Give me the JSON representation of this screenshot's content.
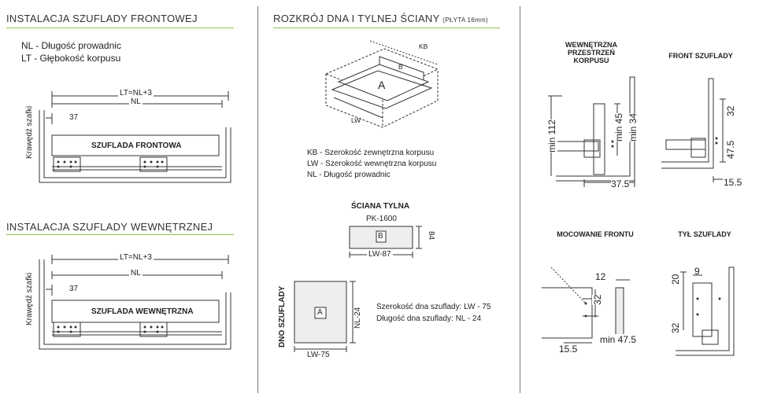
{
  "front": {
    "title": "INSTALACJA SZUFLADY FRONTOWEJ",
    "legend_nl": "NL - Długość prowadnic",
    "legend_lt": "LT  - Głębokość korpusu",
    "dim_lt": "LT=NL+3",
    "dim_nl": "NL",
    "dim_37": "37",
    "edge_label": "Krawędź szafki",
    "drawer_label": "SZUFLADA FRONTOWA"
  },
  "inner": {
    "title": "INSTALACJA SZUFLADY WEWNĘTRZNEJ",
    "dim_lt": "LT=NL+3",
    "dim_nl": "NL",
    "dim_37": "37",
    "edge_label": "Krawędź szafki",
    "drawer_label": "SZUFLADA WEWNĘTRZNA"
  },
  "cut": {
    "title": "ROZKRÓJ DNA I TYLNEJ ŚCIANY",
    "title_small": "(PŁYTA 16mm)",
    "iso_kb": "KB",
    "iso_b": "B",
    "iso_a": "A",
    "iso_lw": "LW",
    "legend_kb": "KB - Szerokość zewnętrzna korpusu",
    "legend_lw": "LW - Szerokość wewnętrzna korpusu",
    "legend_nl": "NL  - Długość prowadnic",
    "back_title": "ŚCIANA TYLNA",
    "back_code": "PK-1600",
    "back_letter": "B",
    "back_height": "84",
    "back_width": "LW-87",
    "bottom_title": "DNO SZUFLADY",
    "bottom_letter": "A",
    "bottom_height": "NL-24",
    "bottom_width": "LW-75",
    "formula_width": "Szerokość dna szuflady: LW - 75",
    "formula_length": "Długość dna szuflady: NL - 24"
  },
  "details": {
    "inner_space_title": "WEWNĘTRZNA PRZESTRZEŃ KORPUSU",
    "front_title": "FRONT SZUFLADY",
    "mount_title": "MOCOWANIE FRONTU",
    "back_title": "TYŁ SZUFLADY",
    "d_min112": "min 112",
    "d_min45": "min 45",
    "d_min34": "min 34",
    "d_375": "37.5",
    "d_32a": "32",
    "d_475": "47.5",
    "d_155a": "15.5",
    "d_12": "12",
    "d_32b": "32",
    "d_155b": "15.5",
    "d_min475": "min 47.5",
    "d_20": "20",
    "d_9": "9",
    "d_32c": "32"
  },
  "colors": {
    "accent_line": "#8bc34a",
    "drawing": "#333333"
  }
}
